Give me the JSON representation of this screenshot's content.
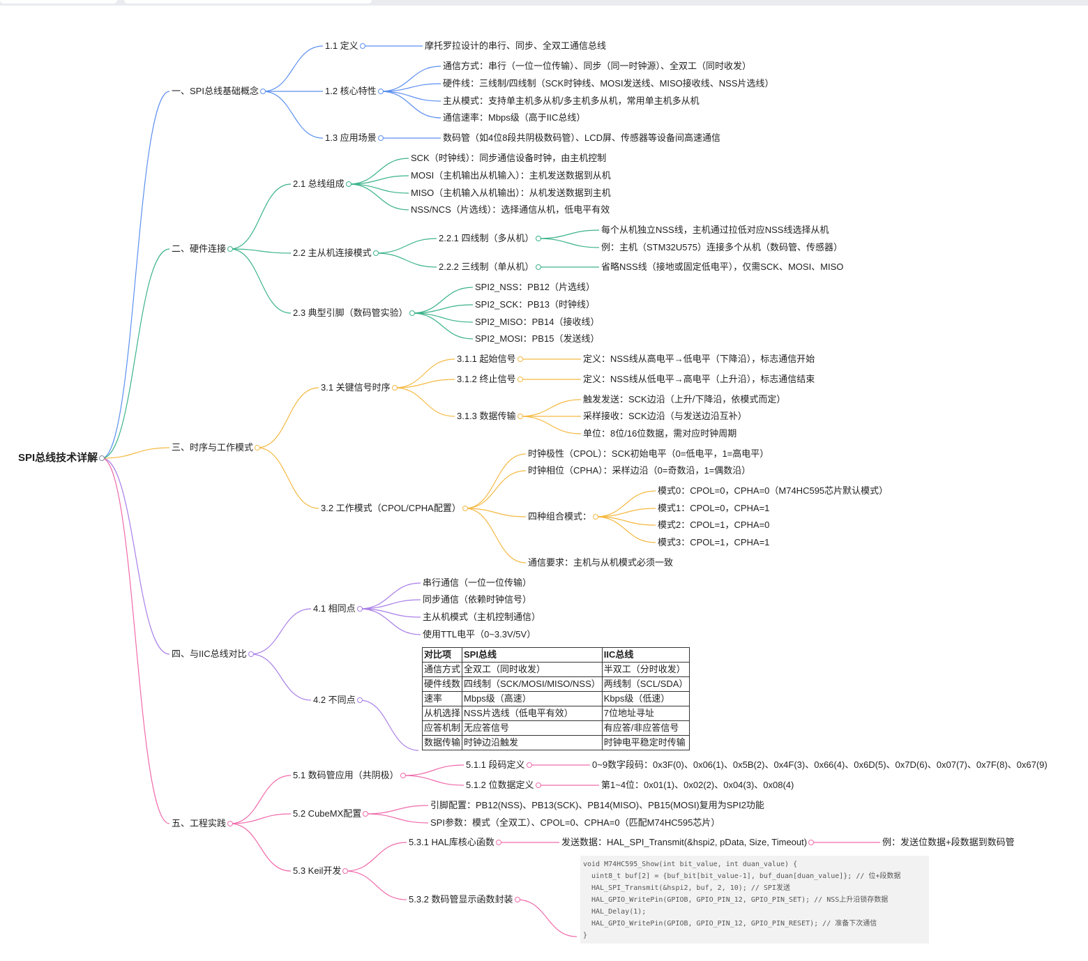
{
  "title": "SPI总线技术详解",
  "colors": {
    "c1": "#5b8ff0",
    "c2": "#3bb389",
    "c3": "#f4b942",
    "c4": "#a97ee8",
    "c5": "#ef6aaa"
  },
  "nodes": {
    "n1": "一、SPI总线基础概念",
    "n1_1": "1.1 定义",
    "n1_1a": "摩托罗拉设计的串行、同步、全双工通信总线",
    "n1_2": "1.2 核心特性",
    "n1_2a": "通信方式：串行（一位一位传输）、同步（同一时钟源）、全双工（同时收发）",
    "n1_2b": "硬件线：三线制/四线制（SCK时钟线、MOSI发送线、MISO接收线、NSS片选线）",
    "n1_2c": "主从模式：支持单主机多从机/多主机多从机，常用单主机多从机",
    "n1_2d": "通信速率：Mbps级（高于IIC总线）",
    "n1_3": "1.3 应用场景",
    "n1_3a": "数码管（如4位8段共阴极数码管）、LCD屏、传感器等设备间高速通信",
    "n2": "二、硬件连接",
    "n2_1": "2.1 总线组成",
    "n2_1a": "SCK（时钟线）：同步通信设备时钟，由主机控制",
    "n2_1b": "MOSI（主机输出从机输入）：主机发送数据到从机",
    "n2_1c": "MISO（主机输入从机输出）：从机发送数据到主机",
    "n2_1d": "NSS/NCS（片选线）：选择通信从机，低电平有效",
    "n2_2": "2.2 主从机连接模式",
    "n2_2_1": "2.2.1 四线制（多从机）",
    "n2_2_1a": "每个从机独立NSS线，主机通过拉低对应NSS线选择从机",
    "n2_2_1b": "例：主机（STM32U575）连接多个从机（数码管、传感器）",
    "n2_2_2": "2.2.2 三线制（单从机）",
    "n2_2_2a": "省略NSS线（接地或固定低电平），仅需SCK、MOSI、MISO",
    "n2_3": "2.3 典型引脚（数码管实验）",
    "n2_3a": "SPI2_NSS：PB12（片选线）",
    "n2_3b": "SPI2_SCK：PB13（时钟线）",
    "n2_3c": "SPI2_MISO：PB14（接收线）",
    "n2_3d": "SPI2_MOSI：PB15（发送线）",
    "n3": "三、时序与工作模式",
    "n3_1": "3.1 关键信号时序",
    "n3_1_1": "3.1.1 起始信号",
    "n3_1_1a": "定义：NSS线从高电平→低电平（下降沿），标志通信开始",
    "n3_1_2": "3.1.2 终止信号",
    "n3_1_2a": "定义：NSS线从低电平→高电平（上升沿），标志通信结束",
    "n3_1_3": "3.1.3 数据传输",
    "n3_1_3a": "触发发送：SCK边沿（上升/下降沿，依模式而定）",
    "n3_1_3b": "采样接收：SCK边沿（与发送边沿互补）",
    "n3_1_3c": "单位：8位/16位数据，需对应时钟周期",
    "n3_2": "3.2 工作模式（CPOL/CPHA配置）",
    "n3_2a": "时钟极性（CPOL）：SCK初始电平（0=低电平，1=高电平）",
    "n3_2b": "时钟相位（CPHA）：采样边沿（0=奇数沿，1=偶数沿）",
    "n3_2c": "四种组合模式：",
    "n3_2c1": "模式0：CPOL=0，CPHA=0（M74HC595芯片默认模式）",
    "n3_2c2": "模式1：CPOL=0，CPHA=1",
    "n3_2c3": "模式2：CPOL=1，CPHA=0",
    "n3_2c4": "模式3：CPOL=1，CPHA=1",
    "n3_2d": "通信要求：主机与从机模式必须一致",
    "n4": "四、与IIC总线对比",
    "n4_1": "4.1 相同点",
    "n4_1a": "串行通信（一位一位传输）",
    "n4_1b": "同步通信（依赖时钟信号）",
    "n4_1c": "主从机模式（主机控制通信）",
    "n4_1d": "使用TTL电平（0~3.3V/5V）",
    "n4_2": "4.2 不同点",
    "n5": "五、工程实践",
    "n5_1": "5.1 数码管应用（共阴极）",
    "n5_1_1": "5.1.1 段码定义",
    "n5_1_1a": "0~9数字段码：0x3F(0)、0x06(1)、0x5B(2)、0x4F(3)、0x66(4)、0x6D(5)、0x7D(6)、0x07(7)、0x7F(8)、0x67(9)",
    "n5_1_2": "5.1.2 位数据定义",
    "n5_1_2a": "第1~4位：0x01(1)、0x02(2)、0x04(3)、0x08(4)",
    "n5_2": "5.2 CubeMX配置",
    "n5_2a": "引脚配置：PB12(NSS)、PB13(SCK)、PB14(MISO)、PB15(MOSI)复用为SPI2功能",
    "n5_2b": "SPI参数：模式（全双工）、CPOL=0、CPHA=0（匹配M74HC595芯片）",
    "n5_3": "5.3 Keil开发",
    "n5_3_1": "5.3.1 HAL库核心函数",
    "n5_3_1a": "发送数据：HAL_SPI_Transmit(&hspi2, pData, Size, Timeout)",
    "n5_3_1b": "例：发送位数据+段数据到数码管",
    "n5_3_2": "5.3.2 数码管显示函数封装"
  },
  "table": {
    "headers": [
      "对比项",
      "SPI总线",
      "IIC总线"
    ],
    "rows": [
      [
        "通信方式",
        "全双工（同时收发）",
        "半双工（分时收发）"
      ],
      [
        "硬件线数",
        "四线制（SCK/MOSI/MISO/NSS）",
        "两线制（SCL/SDA）"
      ],
      [
        "速率",
        "Mbps级（高速）",
        "Kbps级（低速）"
      ],
      [
        "从机选择",
        "NSS片选线（低电平有效）",
        "7位地址寻址"
      ],
      [
        "应答机制",
        "无应答信号",
        "有应答/非应答信号"
      ],
      [
        "数据传输",
        "时钟边沿触发",
        "时钟电平稳定时传输"
      ]
    ]
  },
  "code": [
    "void M74HC595_Show(int bit_value, int duan_value) {",
    "  uint8_t buf[2] = {buf_bit[bit_value-1], buf_duan[duan_value]}; // 位+段数据",
    "  HAL_SPI_Transmit(&hspi2, buf, 2, 10); // SPI发送",
    "  HAL_GPIO_WritePin(GPIOB, GPIO_PIN_12, GPIO_PIN_SET); // NSS上升沿锁存数据",
    "  HAL_Delay(1);",
    "  HAL_GPIO_WritePin(GPIOB, GPIO_PIN_12, GPIO_PIN_RESET); // 准备下次通信",
    "}"
  ]
}
